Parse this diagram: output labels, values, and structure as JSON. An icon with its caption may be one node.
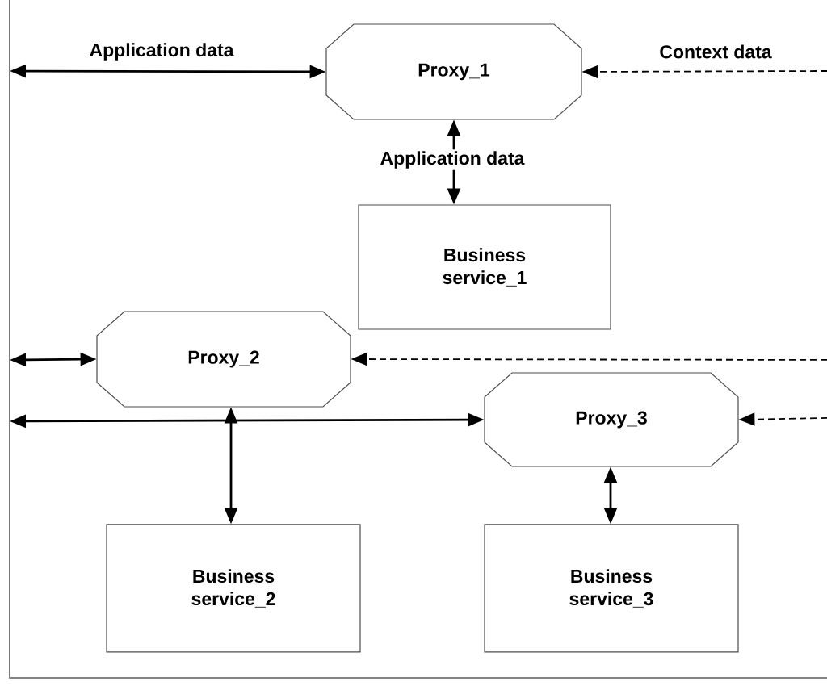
{
  "diagram": {
    "nodes": [
      {
        "text": [
          "Proxy_1"
        ]
      },
      {
        "text": [
          "Business service_1"
        ]
      },
      {
        "text": [
          "Proxy_2"
        ]
      },
      {
        "text": [
          "Proxy_3"
        ]
      },
      {
        "text": [
          "Business service_2"
        ]
      },
      {
        "text": [
          "Business service_3"
        ]
      }
    ],
    "edges": [
      {
        "from": null,
        "to": 0,
        "arrow": "both",
        "label": "Application data"
      },
      {
        "from": null,
        "to": 0,
        "arrow": "to",
        "style": "dashed",
        "label": "Context data"
      },
      {
        "from": 0,
        "to": 1,
        "arrow": "both",
        "label": "Application data"
      },
      {
        "from": null,
        "to": 2,
        "arrow": "both"
      },
      {
        "from": null,
        "to": 2,
        "arrow": "to",
        "style": "dashed"
      },
      {
        "from": null,
        "to": 3,
        "arrow": "both"
      },
      {
        "from": 2,
        "to": 4,
        "arrow": "both"
      },
      {
        "from": null,
        "to": 3,
        "arrow": "to",
        "style": "dashed"
      },
      {
        "from": 3,
        "to": 5,
        "arrow": "both"
      }
    ]
  }
}
